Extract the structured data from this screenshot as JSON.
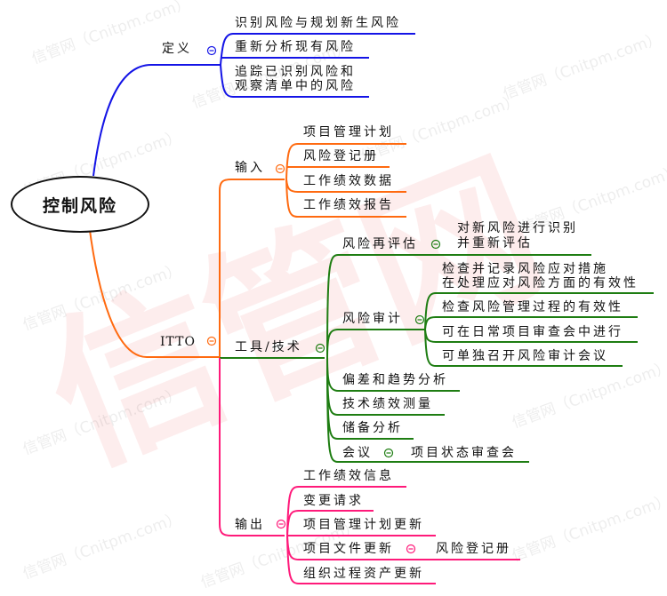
{
  "watermark": {
    "big": "信管网",
    "small": "信管网（Cnitpm.com）"
  },
  "colors": {
    "definition": "#1414e6",
    "inputs": "#ff6a10",
    "tools": "#1e7d12",
    "outputs": "#ff1a7a"
  },
  "root": {
    "label": "控制风险"
  },
  "definition": {
    "label": "定义",
    "items": [
      "识别风险与规划新生风险",
      "重新分析现有风险",
      "追踪已识别风险和",
      "观察清单中的风险"
    ]
  },
  "ittto": {
    "label": "ITTO"
  },
  "inputs": {
    "label": "输入",
    "items": [
      "项目管理计划",
      "风险登记册",
      "工作绩效数据",
      "工作绩效报告"
    ]
  },
  "tools": {
    "label": "工具/技术",
    "reassessment": {
      "label": "风险再评估",
      "detail": [
        "对新风险进行识别",
        "并重新评估"
      ]
    },
    "audit": {
      "label": "风险审计",
      "items": [
        "检查并记录风险应对措施",
        "在处理应对风险方面的有效性",
        "检查风险管理过程的有效性",
        "可在日常项目审查会中进行",
        "可单独召开风险审计会议"
      ]
    },
    "variance": "偏差和趋势分析",
    "tpm": "技术绩效测量",
    "reserve": "储备分析",
    "meeting": {
      "label": "会议",
      "detail": "项目状态审查会"
    }
  },
  "outputs": {
    "label": "输出",
    "items": [
      "工作绩效信息",
      "变更请求",
      "项目管理计划更新",
      "项目文件更新",
      "组织过程资产更新"
    ],
    "doc_update_detail": "风险登记册"
  }
}
